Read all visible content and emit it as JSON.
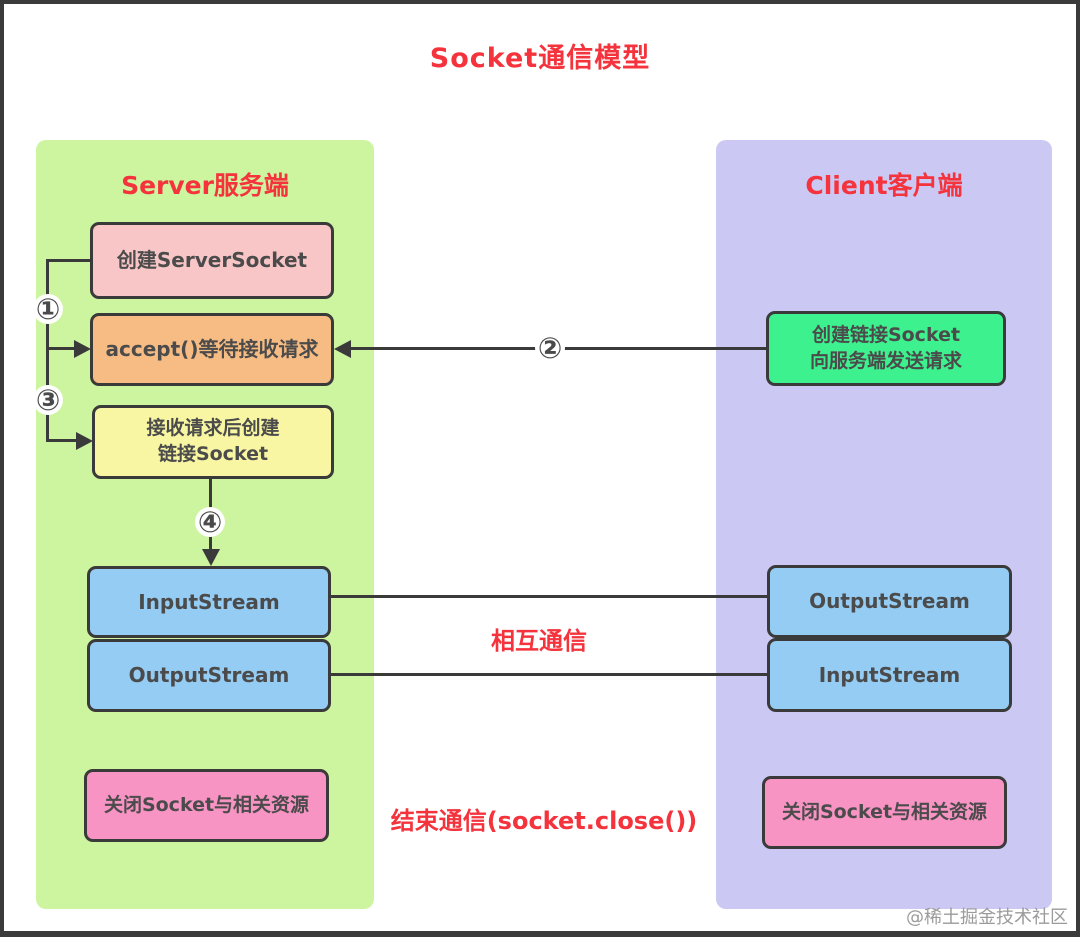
{
  "title": "Socket通信模型",
  "watermark": "@稀土掘金技术社区",
  "server_panel": {
    "header": "Server服务端",
    "boxes": {
      "create_serversocket": "创建ServerSocket",
      "accept": "accept()等待接收请求",
      "create_link_socket": "接收请求后创建\n链接Socket",
      "input_stream": "InputStream",
      "output_stream": "OutputStream",
      "close_socket": "关闭Socket与相关资源"
    }
  },
  "client_panel": {
    "header": "Client客户端",
    "boxes": {
      "create_socket": "创建链接Socket\n向服务端发送请求",
      "output_stream": "OutputStream",
      "input_stream": "InputStream",
      "close_socket": "关闭Socket与相关资源"
    }
  },
  "labels": {
    "mutual_communication": "相互通信",
    "end_communication": "结束通信(socket.close())"
  },
  "badges": {
    "step1": "①",
    "step2": "②",
    "step3": "③",
    "step4": "④"
  },
  "colors": {
    "title_red": "#f4333d",
    "server_panel_bg": "#cdf49e",
    "client_panel_bg": "#cbc8f4",
    "pink_box": "#f8c6c6",
    "orange_box": "#f6bc84",
    "yellow_box": "#f8f6a2",
    "blue_box": "#94ccf4",
    "green_box": "#3df28e",
    "magenta_box": "#f894c4",
    "line_color": "#3a3a3a",
    "watermark_gray": "#9b9b9b"
  }
}
